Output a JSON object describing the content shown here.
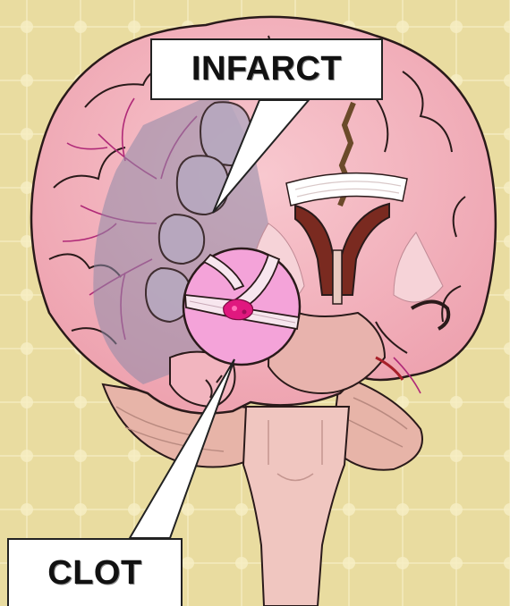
{
  "labels": {
    "infarct": "INFARCT",
    "clot": "CLOT"
  },
  "colors": {
    "background": "#e9dca0",
    "brain_pink": "#f2b5bf",
    "brain_outline": "#2a1a1a",
    "infarct_overlay": "#8e8aa8",
    "magnifier": "#f4a3d9",
    "clot": "#e0187f",
    "stem": "#f0c6c0"
  },
  "icons": {
    "diagram": "brain-coronal-section",
    "magnifier": "magnified-artery-with-clot"
  }
}
